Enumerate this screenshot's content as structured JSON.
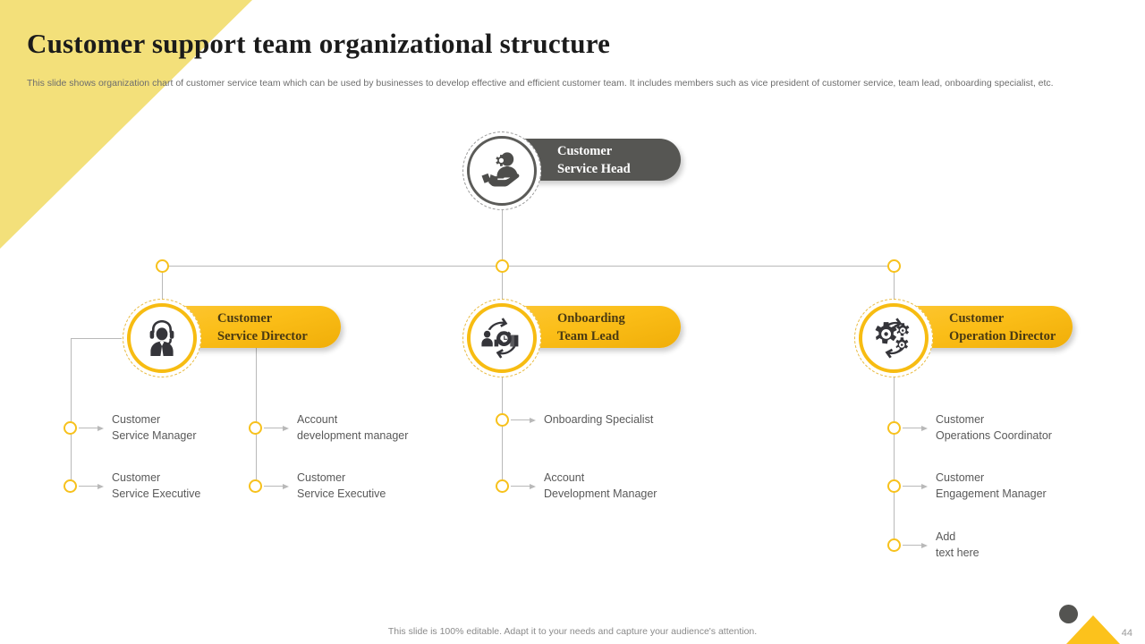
{
  "slide": {
    "title": "Customer support team organizational structure",
    "subtitle": "This slide shows organization chart of customer service team which can be used by businesses to develop effective and efficient customer team. It includes members such as vice president of customer service, team lead, onboarding specialist, etc.",
    "footer_note": "This slide is 100% editable. Adapt it to your needs and capture your audience's attention.",
    "page_number": "44"
  },
  "colors": {
    "accent_yellow": "#fcc21c",
    "wedge_yellow": "#f3e07a",
    "head_gray": "#565653",
    "connector_gray": "#b9b9b9",
    "body_text": "#595959",
    "title_text": "#1b1b1b"
  },
  "chart_data": {
    "type": "diagram",
    "title": "Customer support team organizational structure",
    "root": {
      "label": "Customer\nService Head",
      "label_line1": "Customer",
      "label_line2": "Service Head",
      "icon": "hand-holding-person-gear-icon",
      "style": "gray-pill"
    },
    "branches": [
      {
        "label_line1": "Customer",
        "label_line2": "Service Director",
        "icon": "headset-agent-icon",
        "style": "yellow-pill",
        "columns": [
          {
            "items": [
              "Customer\nService Manager",
              "Customer\nService Executive"
            ]
          },
          {
            "items": [
              "Account\ndevelopment manager",
              "Customer\nService Executive"
            ]
          }
        ]
      },
      {
        "label_line1": "Onboarding",
        "label_line2": "Team Lead",
        "icon": "onboarding-cycle-gear-icon",
        "style": "yellow-pill",
        "columns": [
          {
            "items": [
              "Onboarding Specialist",
              "Account\nDevelopment Manager"
            ]
          }
        ]
      },
      {
        "label_line1": "Customer",
        "label_line2": "Operation Director",
        "icon": "gears-cycle-icon",
        "style": "yellow-pill",
        "columns": [
          {
            "items": [
              "Customer\nOperations Coordinator",
              "Customer\nEngagement Manager",
              "Add\ntext here"
            ]
          }
        ]
      }
    ]
  }
}
